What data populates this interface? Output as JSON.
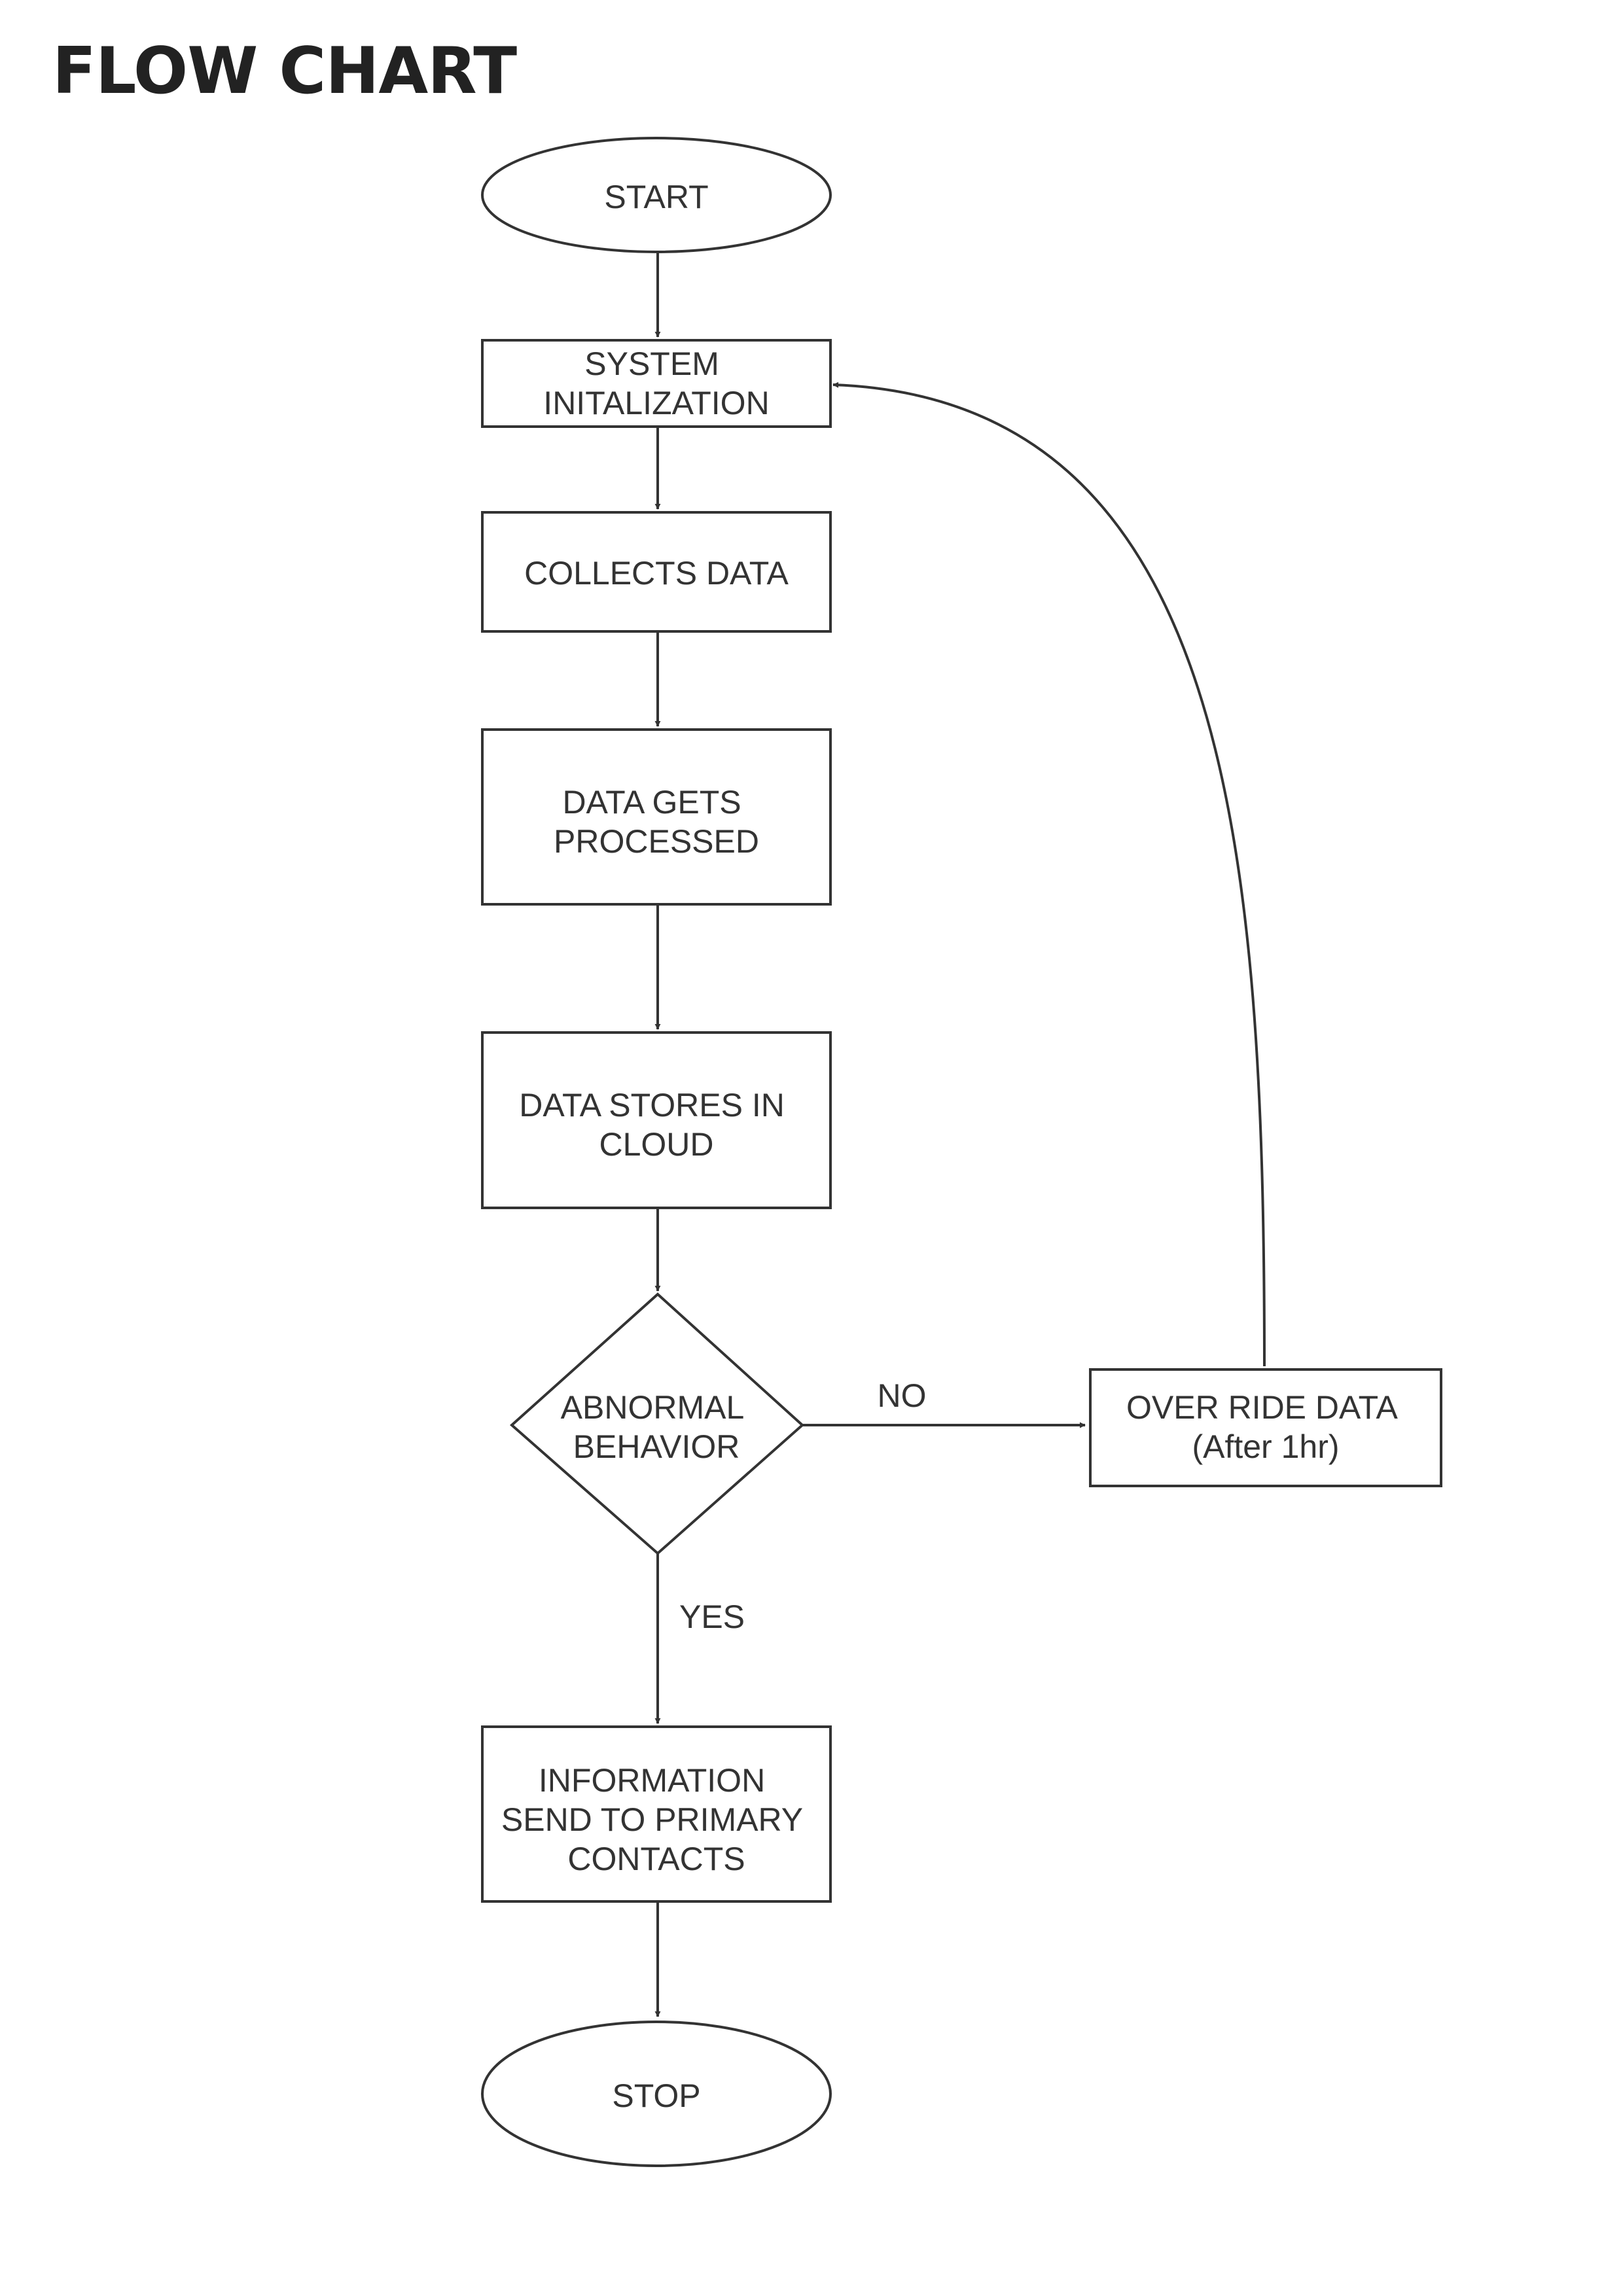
{
  "page": {
    "title": "FLOW CHART"
  },
  "flowchart": {
    "nodes": {
      "start": {
        "shape": "terminal",
        "lines": [
          "START"
        ]
      },
      "init": {
        "shape": "process",
        "lines": [
          "SYSTEM",
          "INITALIZATION"
        ]
      },
      "collect": {
        "shape": "process",
        "lines": [
          "COLLECTS DATA"
        ]
      },
      "process": {
        "shape": "process",
        "lines": [
          "DATA GETS",
          "PROCESSED"
        ]
      },
      "store": {
        "shape": "process",
        "lines": [
          "DATA STORES IN",
          "CLOUD"
        ]
      },
      "decision": {
        "shape": "decision",
        "lines": [
          "ABNORMAL",
          "BEHAVIOR"
        ]
      },
      "override": {
        "shape": "process",
        "lines": [
          "OVER RIDE DATA",
          "(After 1hr)"
        ]
      },
      "notify": {
        "shape": "process",
        "lines": [
          "INFORMATION",
          "SEND TO PRIMARY",
          "CONTACTS"
        ]
      },
      "stop": {
        "shape": "terminal",
        "lines": [
          "STOP"
        ]
      }
    },
    "edges": [
      {
        "from": "start",
        "to": "init",
        "label": ""
      },
      {
        "from": "init",
        "to": "collect",
        "label": ""
      },
      {
        "from": "collect",
        "to": "process",
        "label": ""
      },
      {
        "from": "process",
        "to": "store",
        "label": ""
      },
      {
        "from": "store",
        "to": "decision",
        "label": ""
      },
      {
        "from": "decision",
        "to": "override",
        "label": "NO"
      },
      {
        "from": "decision",
        "to": "notify",
        "label": "YES"
      },
      {
        "from": "notify",
        "to": "stop",
        "label": ""
      },
      {
        "from": "override",
        "to": "init",
        "label": ""
      }
    ]
  }
}
